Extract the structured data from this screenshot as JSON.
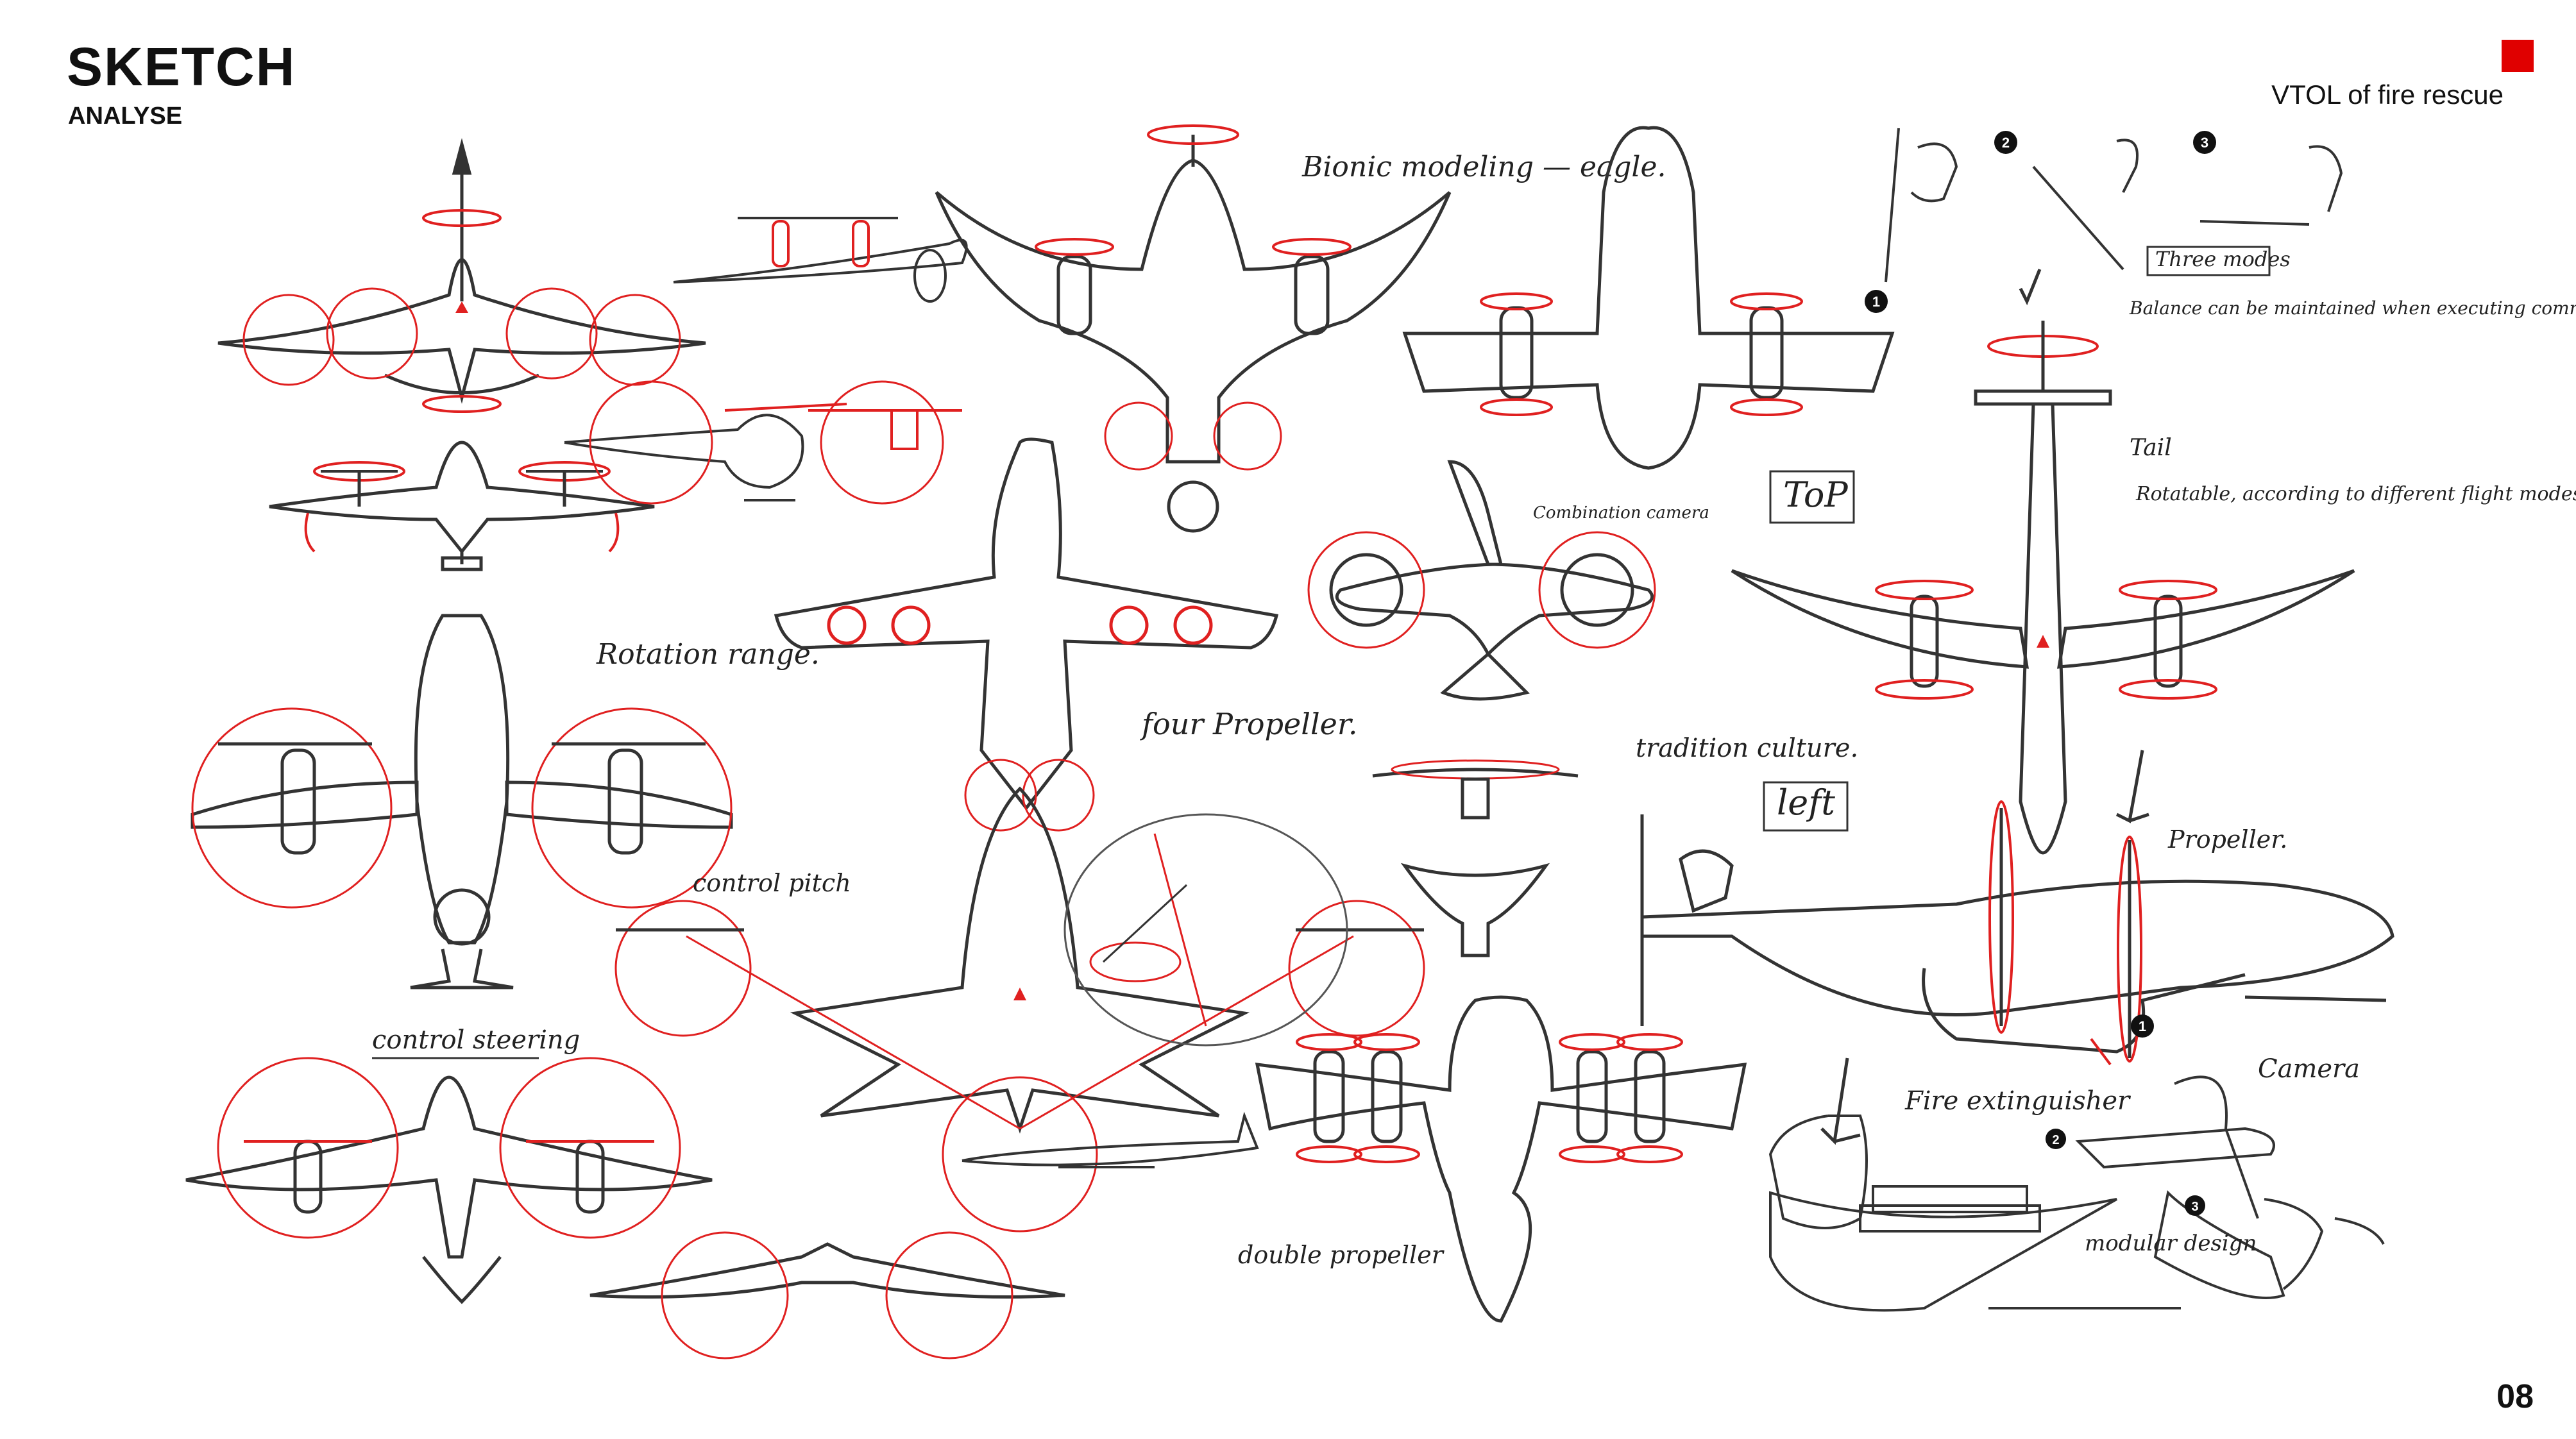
{
  "header": {
    "title": "SKETCH",
    "subtitle": "ANALYSE",
    "project": "VTOL of fire rescue",
    "accent_color": "#e00000"
  },
  "annotations": {
    "bionic": "Bionic modeling — eagle.",
    "rotation_range": "Rotation range.",
    "four_propeller": "four Propeller.",
    "control_pitch": "control pitch",
    "control_steering": "control steering",
    "combination_camera": "Combination camera",
    "top": "ToP",
    "left": "left",
    "tradition": "tradition culture.",
    "double_propeller": "double propeller",
    "three_modes": "Three modes",
    "balance": "Balance can be maintained when executing commands.",
    "tail": "Tail",
    "rotatable": "Rotatable, according to different flight modes.",
    "propeller": "Propeller.",
    "fire_extinguisher": "Fire extinguisher",
    "camera": "Camera",
    "modular_design": "modular design"
  },
  "bullets": [
    "1",
    "2",
    "3"
  ],
  "page_number": "08",
  "colors": {
    "sketch_line": "#333333",
    "highlight": "#e02020"
  }
}
